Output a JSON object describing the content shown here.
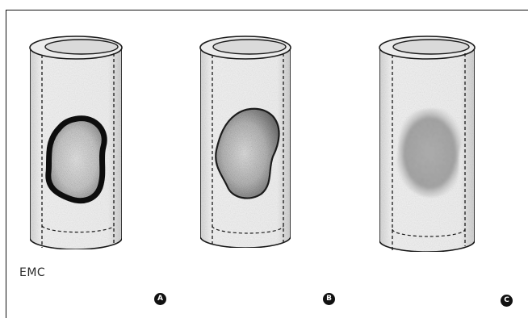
{
  "logo": "EMC",
  "panels": [
    {
      "label": "A",
      "lesion": "outlined"
    },
    {
      "label": "B",
      "lesion": "solid"
    },
    {
      "label": "C",
      "lesion": "diffuse"
    }
  ],
  "colors": {
    "frame": "#111111",
    "tube_fill": "#f1f1f1",
    "tube_inner": "#e2e2e2",
    "tube_shade": "#b5b5b5",
    "lesion_border": "#0c0c0c",
    "lesion_dark": "#7a7a7a",
    "lesion_light": "#d0d0d0",
    "badge": "#111111"
  }
}
